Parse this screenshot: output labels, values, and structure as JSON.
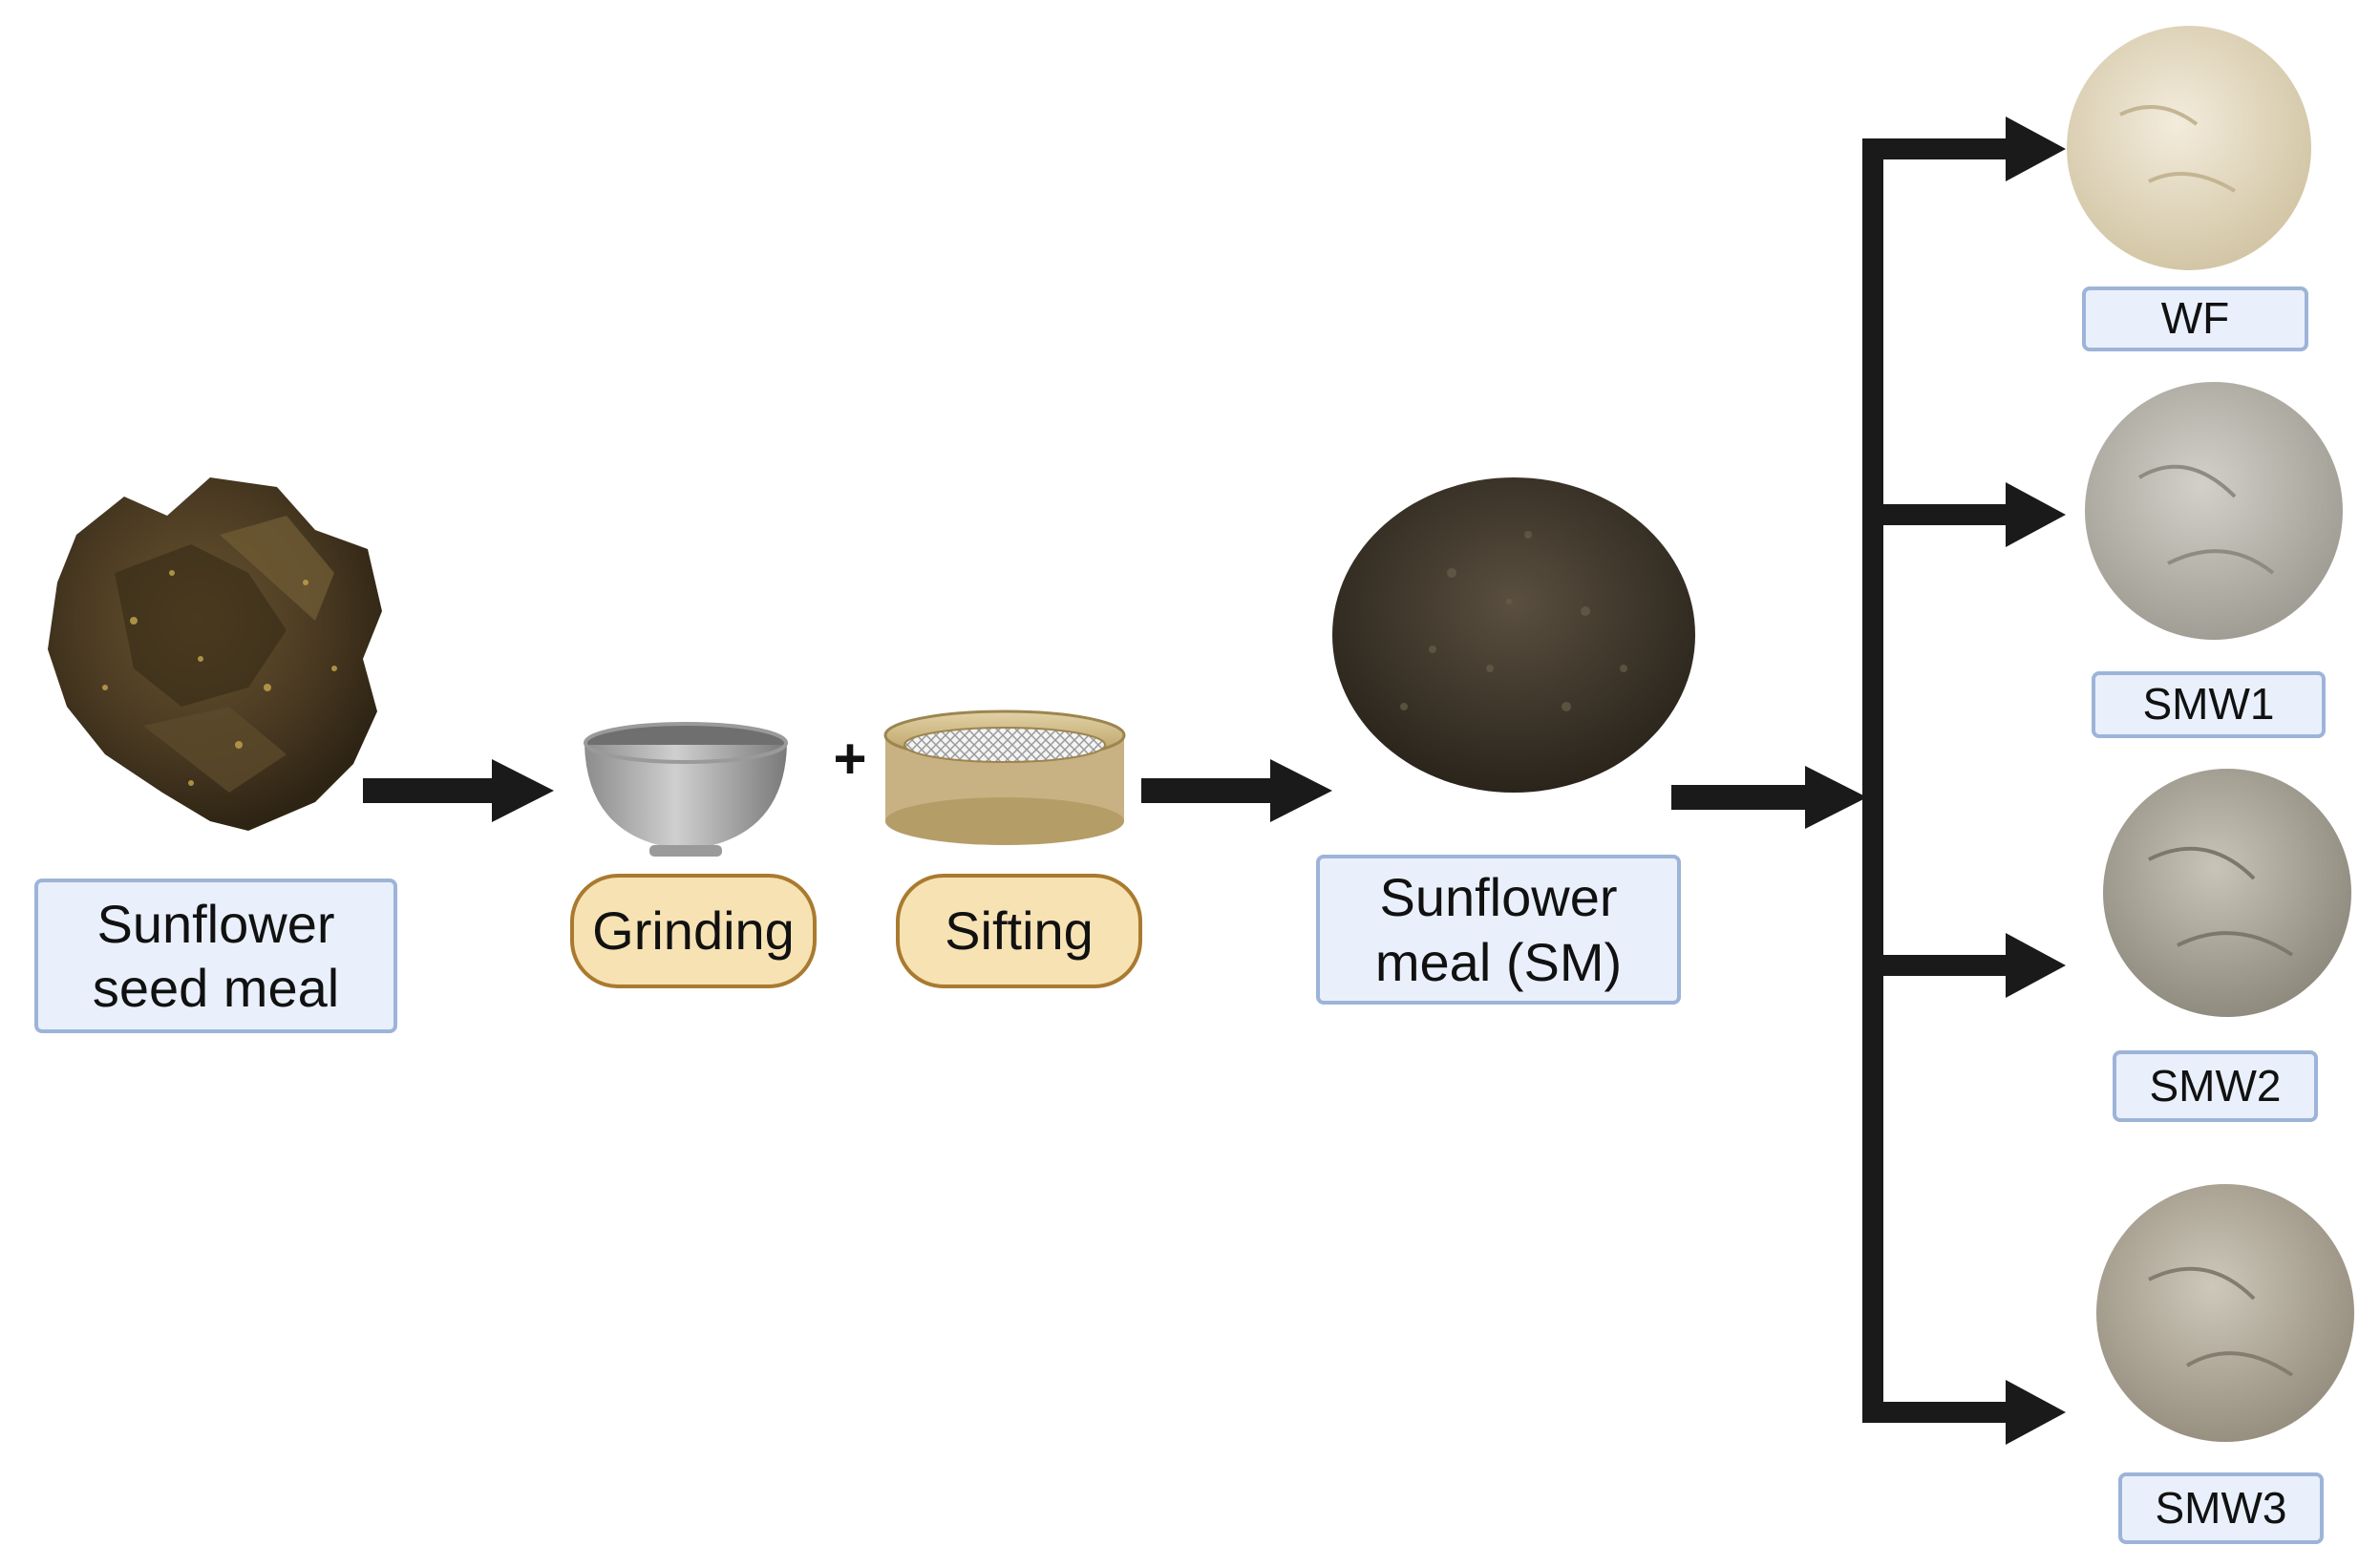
{
  "source": {
    "label_line1": "Sunflower",
    "label_line2": "seed meal"
  },
  "steps": [
    {
      "label": "Grinding"
    },
    {
      "label": "Sifting"
    }
  ],
  "plus_sign": "+",
  "intermediate": {
    "label_line1": "Sunflower",
    "label_line2": "meal (SM)"
  },
  "outputs": [
    {
      "label": "WF"
    },
    {
      "label": "SMW1"
    },
    {
      "label": "SMW2"
    },
    {
      "label": "SMW3"
    }
  ],
  "colors": {
    "arrow": "#1a1a1a",
    "label_box_fill": "#e9f0fb",
    "label_box_border": "#9db4d8",
    "step_box_fill": "#f7e2b4",
    "step_box_border": "#a97a2f",
    "seed_meal": "#4a3a22",
    "sunflower_meal": "#3a3328",
    "wf_powder": "#e2d8c0",
    "smw1_powder": "#b8b6ac",
    "smw2_powder": "#aaa69a",
    "smw3_powder": "#b0aa9c"
  },
  "icons": [
    "seed-meal-image",
    "mortar-pestle-icon",
    "sieve-icon",
    "sunflower-meal-image",
    "flour-pile-image"
  ]
}
